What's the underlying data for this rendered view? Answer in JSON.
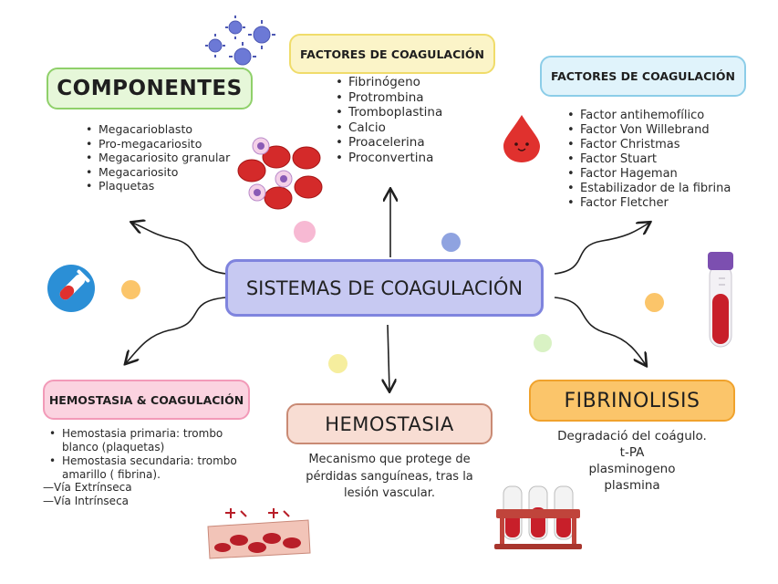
{
  "center": {
    "title": "SISTEMAS DE COAGULACIÓN"
  },
  "componentes": {
    "title": "COMPONENTES",
    "items": [
      "Megacarioblasto",
      "Pro-megacariosito",
      "Megacariosito granular",
      "Megacariosito",
      "Plaquetas"
    ]
  },
  "factores_1": {
    "title": "FACTORES DE COAGULACIÓN",
    "items": [
      "Fibrinógeno",
      "Protrombina",
      "Tromboplastina",
      "Calcio",
      "Proacelerina",
      "Proconvertina"
    ]
  },
  "factores_2": {
    "title": "FACTORES DE COAGULACIÓN",
    "items": [
      "Factor antihemofílico",
      "Factor Von Willebrand",
      "Factor Christmas",
      "Factor Stuart",
      "Factor Hageman",
      "Estabilizador de la fibrina",
      "Factor Fletcher"
    ]
  },
  "hemostasia_coag": {
    "title": "HEMOSTASIA & COAGULACIÓN",
    "items": [
      "Hemostasia primaria: trombo blanco (plaquetas)",
      "Hemostasia secundaria: trombo amarillo ( fibrina)."
    ],
    "lines": [
      "—Vía Extrínseca",
      "—Vía Intrínseca"
    ]
  },
  "hemostasia": {
    "title": "HEMOSTASIA",
    "description": [
      "Mecanismo que protege de",
      "pérdidas sanguíneas, tras la",
      "lesión vascular."
    ]
  },
  "fibrinolisis": {
    "title": "FIBRINOLISIS",
    "lines": [
      "Degradació del coágulo.",
      "t-PA",
      "plasminogeno",
      "plasmina"
    ]
  },
  "colors": {
    "center_fill": "#c7c9f2",
    "center_border": "#7f84de",
    "componentes_fill": "#e6f7d9",
    "componentes_border": "#8fd06a",
    "factores1_fill": "#fbf4c8",
    "factores1_border": "#f0dc6a",
    "factores2_fill": "#e0f3fb",
    "factores2_border": "#8ccde8",
    "hemocoag_fill": "#fbd3e0",
    "hemocoag_border": "#f29ab8",
    "hemostasia_fill": "#f8ddd3",
    "hemostasia_border": "#c98a74",
    "fibrinolisis_fill": "#fbc56a",
    "fibrinolisis_border": "#f0a22c",
    "blood_red": "#d42a2a"
  },
  "icons": [
    "virus-cluster-icon",
    "red-blood-cells-icon",
    "blood-drop-icon",
    "test-tube-badge-icon",
    "blood-tube-icon",
    "blood-vessel-icon",
    "test-tube-rack-icon"
  ]
}
